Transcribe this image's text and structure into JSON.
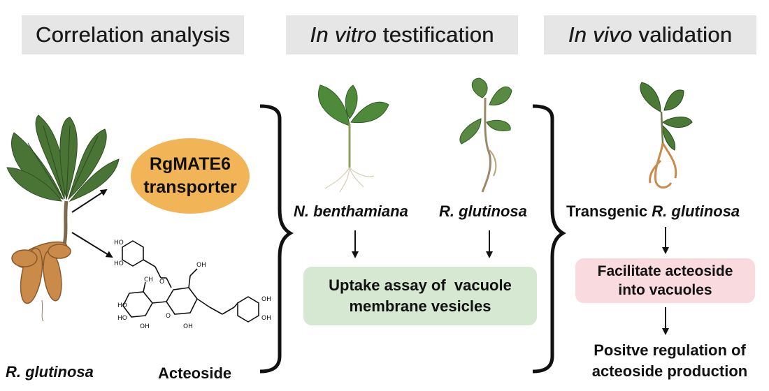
{
  "panels": {
    "correlation": {
      "title": "Correlation analysis"
    },
    "in_vitro": {
      "title_italic": "In vitro",
      "title_rest": " testification"
    },
    "in_vivo": {
      "title_italic": "In vivo",
      "title_rest": " validation"
    }
  },
  "left": {
    "transporter_line1": "RgMATE6",
    "transporter_line2": "transporter",
    "plant_label": "R. glutinosa",
    "compound_label": "Acteoside"
  },
  "middle": {
    "species1": "N. benthamiana",
    "species2": "R. glutinosa",
    "assay_line1": "Uptake assay of  vacuole",
    "assay_line2": "membrane vesicles"
  },
  "right": {
    "transgenic_prefix": "Transgenic ",
    "transgenic_species": "R. glutinosa",
    "facilitate_line1": "Facilitate acteoside",
    "facilitate_line2": "into vacuoles",
    "result_line1": "Positve regulation of",
    "result_line2": "acteoside production"
  },
  "colors": {
    "title_bg": "#e6e6e6",
    "transporter_fill": "#f1b456",
    "assay_fill": "#d6e8d2",
    "facilitate_fill": "#f9dade",
    "leaf": "#4f7a3a",
    "root": "#c98a4a"
  }
}
